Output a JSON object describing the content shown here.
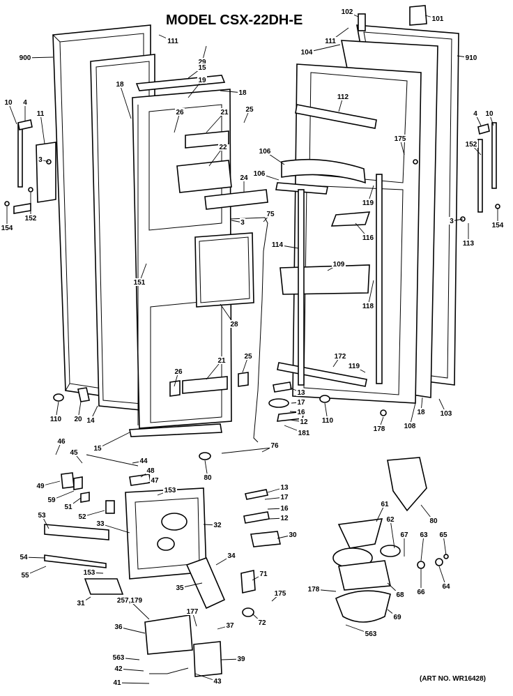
{
  "title": "MODEL CSX-22DH-E",
  "art_number": "(ART NO. WR16428)",
  "callouts": [
    {
      "id": "c900",
      "text": "900"
    },
    {
      "id": "c10a",
      "text": "10"
    },
    {
      "id": "c4a",
      "text": "4"
    },
    {
      "id": "c11",
      "text": "11"
    },
    {
      "id": "c3a",
      "text": "3"
    },
    {
      "id": "c154a",
      "text": "154"
    },
    {
      "id": "c152a",
      "text": "152"
    },
    {
      "id": "c111a",
      "text": "111"
    },
    {
      "id": "c29",
      "text": "29"
    },
    {
      "id": "c15a",
      "text": "15"
    },
    {
      "id": "c19",
      "text": "19"
    },
    {
      "id": "c18a",
      "text": "18"
    },
    {
      "id": "c18b",
      "text": "18"
    },
    {
      "id": "c26a",
      "text": "26"
    },
    {
      "id": "c21a",
      "text": "21"
    },
    {
      "id": "c25a",
      "text": "25"
    },
    {
      "id": "c22",
      "text": "22"
    },
    {
      "id": "c24",
      "text": "24"
    },
    {
      "id": "c3b",
      "text": "3"
    },
    {
      "id": "c75",
      "text": "75"
    },
    {
      "id": "c151",
      "text": "151"
    },
    {
      "id": "c28",
      "text": "28"
    },
    {
      "id": "c26b",
      "text": "26"
    },
    {
      "id": "c21b",
      "text": "21"
    },
    {
      "id": "c25b",
      "text": "25"
    },
    {
      "id": "c110",
      "text": "110"
    },
    {
      "id": "c20",
      "text": "20"
    },
    {
      "id": "c14",
      "text": "14"
    },
    {
      "id": "c15b",
      "text": "15"
    },
    {
      "id": "c76",
      "text": "76"
    },
    {
      "id": "c80a",
      "text": "80"
    },
    {
      "id": "c111b",
      "text": "111"
    },
    {
      "id": "c102",
      "text": "102"
    },
    {
      "id": "c101",
      "text": "101"
    },
    {
      "id": "c104",
      "text": "104"
    },
    {
      "id": "c910",
      "text": "910"
    },
    {
      "id": "c112",
      "text": "112"
    },
    {
      "id": "c175a",
      "text": "175"
    },
    {
      "id": "c106a",
      "text": "106"
    },
    {
      "id": "c106b",
      "text": "106"
    },
    {
      "id": "c119a",
      "text": "119"
    },
    {
      "id": "c116",
      "text": "116"
    },
    {
      "id": "c114",
      "text": "114"
    },
    {
      "id": "c109",
      "text": "109"
    },
    {
      "id": "c118",
      "text": "118"
    },
    {
      "id": "c172",
      "text": "172"
    },
    {
      "id": "c119b",
      "text": "119"
    },
    {
      "id": "c4b",
      "text": "4"
    },
    {
      "id": "c10b",
      "text": "10"
    },
    {
      "id": "c152b",
      "text": "152"
    },
    {
      "id": "c3c",
      "text": "3"
    },
    {
      "id": "c154b",
      "text": "154"
    },
    {
      "id": "c113",
      "text": "113"
    },
    {
      "id": "c13a",
      "text": "13"
    },
    {
      "id": "c17a",
      "text": "17"
    },
    {
      "id": "c16a",
      "text": "16"
    },
    {
      "id": "c110b",
      "text": "110"
    },
    {
      "id": "c12a",
      "text": "12"
    },
    {
      "id": "c181",
      "text": "181"
    },
    {
      "id": "c178a",
      "text": "178"
    },
    {
      "id": "c108",
      "text": "108"
    },
    {
      "id": "c18c",
      "text": "18"
    },
    {
      "id": "c103",
      "text": "103"
    },
    {
      "id": "c46",
      "text": "46"
    },
    {
      "id": "c45",
      "text": "45"
    },
    {
      "id": "c44",
      "text": "44"
    },
    {
      "id": "c49",
      "text": "49"
    },
    {
      "id": "c48",
      "text": "48"
    },
    {
      "id": "c47",
      "text": "47"
    },
    {
      "id": "c59",
      "text": "59"
    },
    {
      "id": "c51",
      "text": "51"
    },
    {
      "id": "c153a",
      "text": "153"
    },
    {
      "id": "c52",
      "text": "52"
    },
    {
      "id": "c53",
      "text": "53"
    },
    {
      "id": "c33",
      "text": "33"
    },
    {
      "id": "c32",
      "text": "32"
    },
    {
      "id": "c54",
      "text": "54"
    },
    {
      "id": "c55",
      "text": "55"
    },
    {
      "id": "c153b",
      "text": "153"
    },
    {
      "id": "c31",
      "text": "31"
    },
    {
      "id": "c34",
      "text": "34"
    },
    {
      "id": "c35",
      "text": "35"
    },
    {
      "id": "c13b",
      "text": "13"
    },
    {
      "id": "c17b",
      "text": "17"
    },
    {
      "id": "c16b",
      "text": "16"
    },
    {
      "id": "c12b",
      "text": "12"
    },
    {
      "id": "c30",
      "text": "30"
    },
    {
      "id": "c71",
      "text": "71"
    },
    {
      "id": "c175b",
      "text": "175"
    },
    {
      "id": "c72",
      "text": "72"
    },
    {
      "id": "c257",
      "text": "257,179"
    },
    {
      "id": "c177",
      "text": "177"
    },
    {
      "id": "c36",
      "text": "36"
    },
    {
      "id": "c37",
      "text": "37"
    },
    {
      "id": "c563a",
      "text": "563"
    },
    {
      "id": "c39",
      "text": "39"
    },
    {
      "id": "c42",
      "text": "42"
    },
    {
      "id": "c41",
      "text": "41"
    },
    {
      "id": "c43",
      "text": "43"
    },
    {
      "id": "c80b",
      "text": "80"
    },
    {
      "id": "c61",
      "text": "61"
    },
    {
      "id": "c62",
      "text": "62"
    },
    {
      "id": "c67",
      "text": "67"
    },
    {
      "id": "c63",
      "text": "63"
    },
    {
      "id": "c65",
      "text": "65"
    },
    {
      "id": "c66",
      "text": "66"
    },
    {
      "id": "c64",
      "text": "64"
    },
    {
      "id": "c178b",
      "text": "178"
    },
    {
      "id": "c68",
      "text": "68"
    },
    {
      "id": "c69",
      "text": "69"
    },
    {
      "id": "c563b",
      "text": "563"
    }
  ]
}
